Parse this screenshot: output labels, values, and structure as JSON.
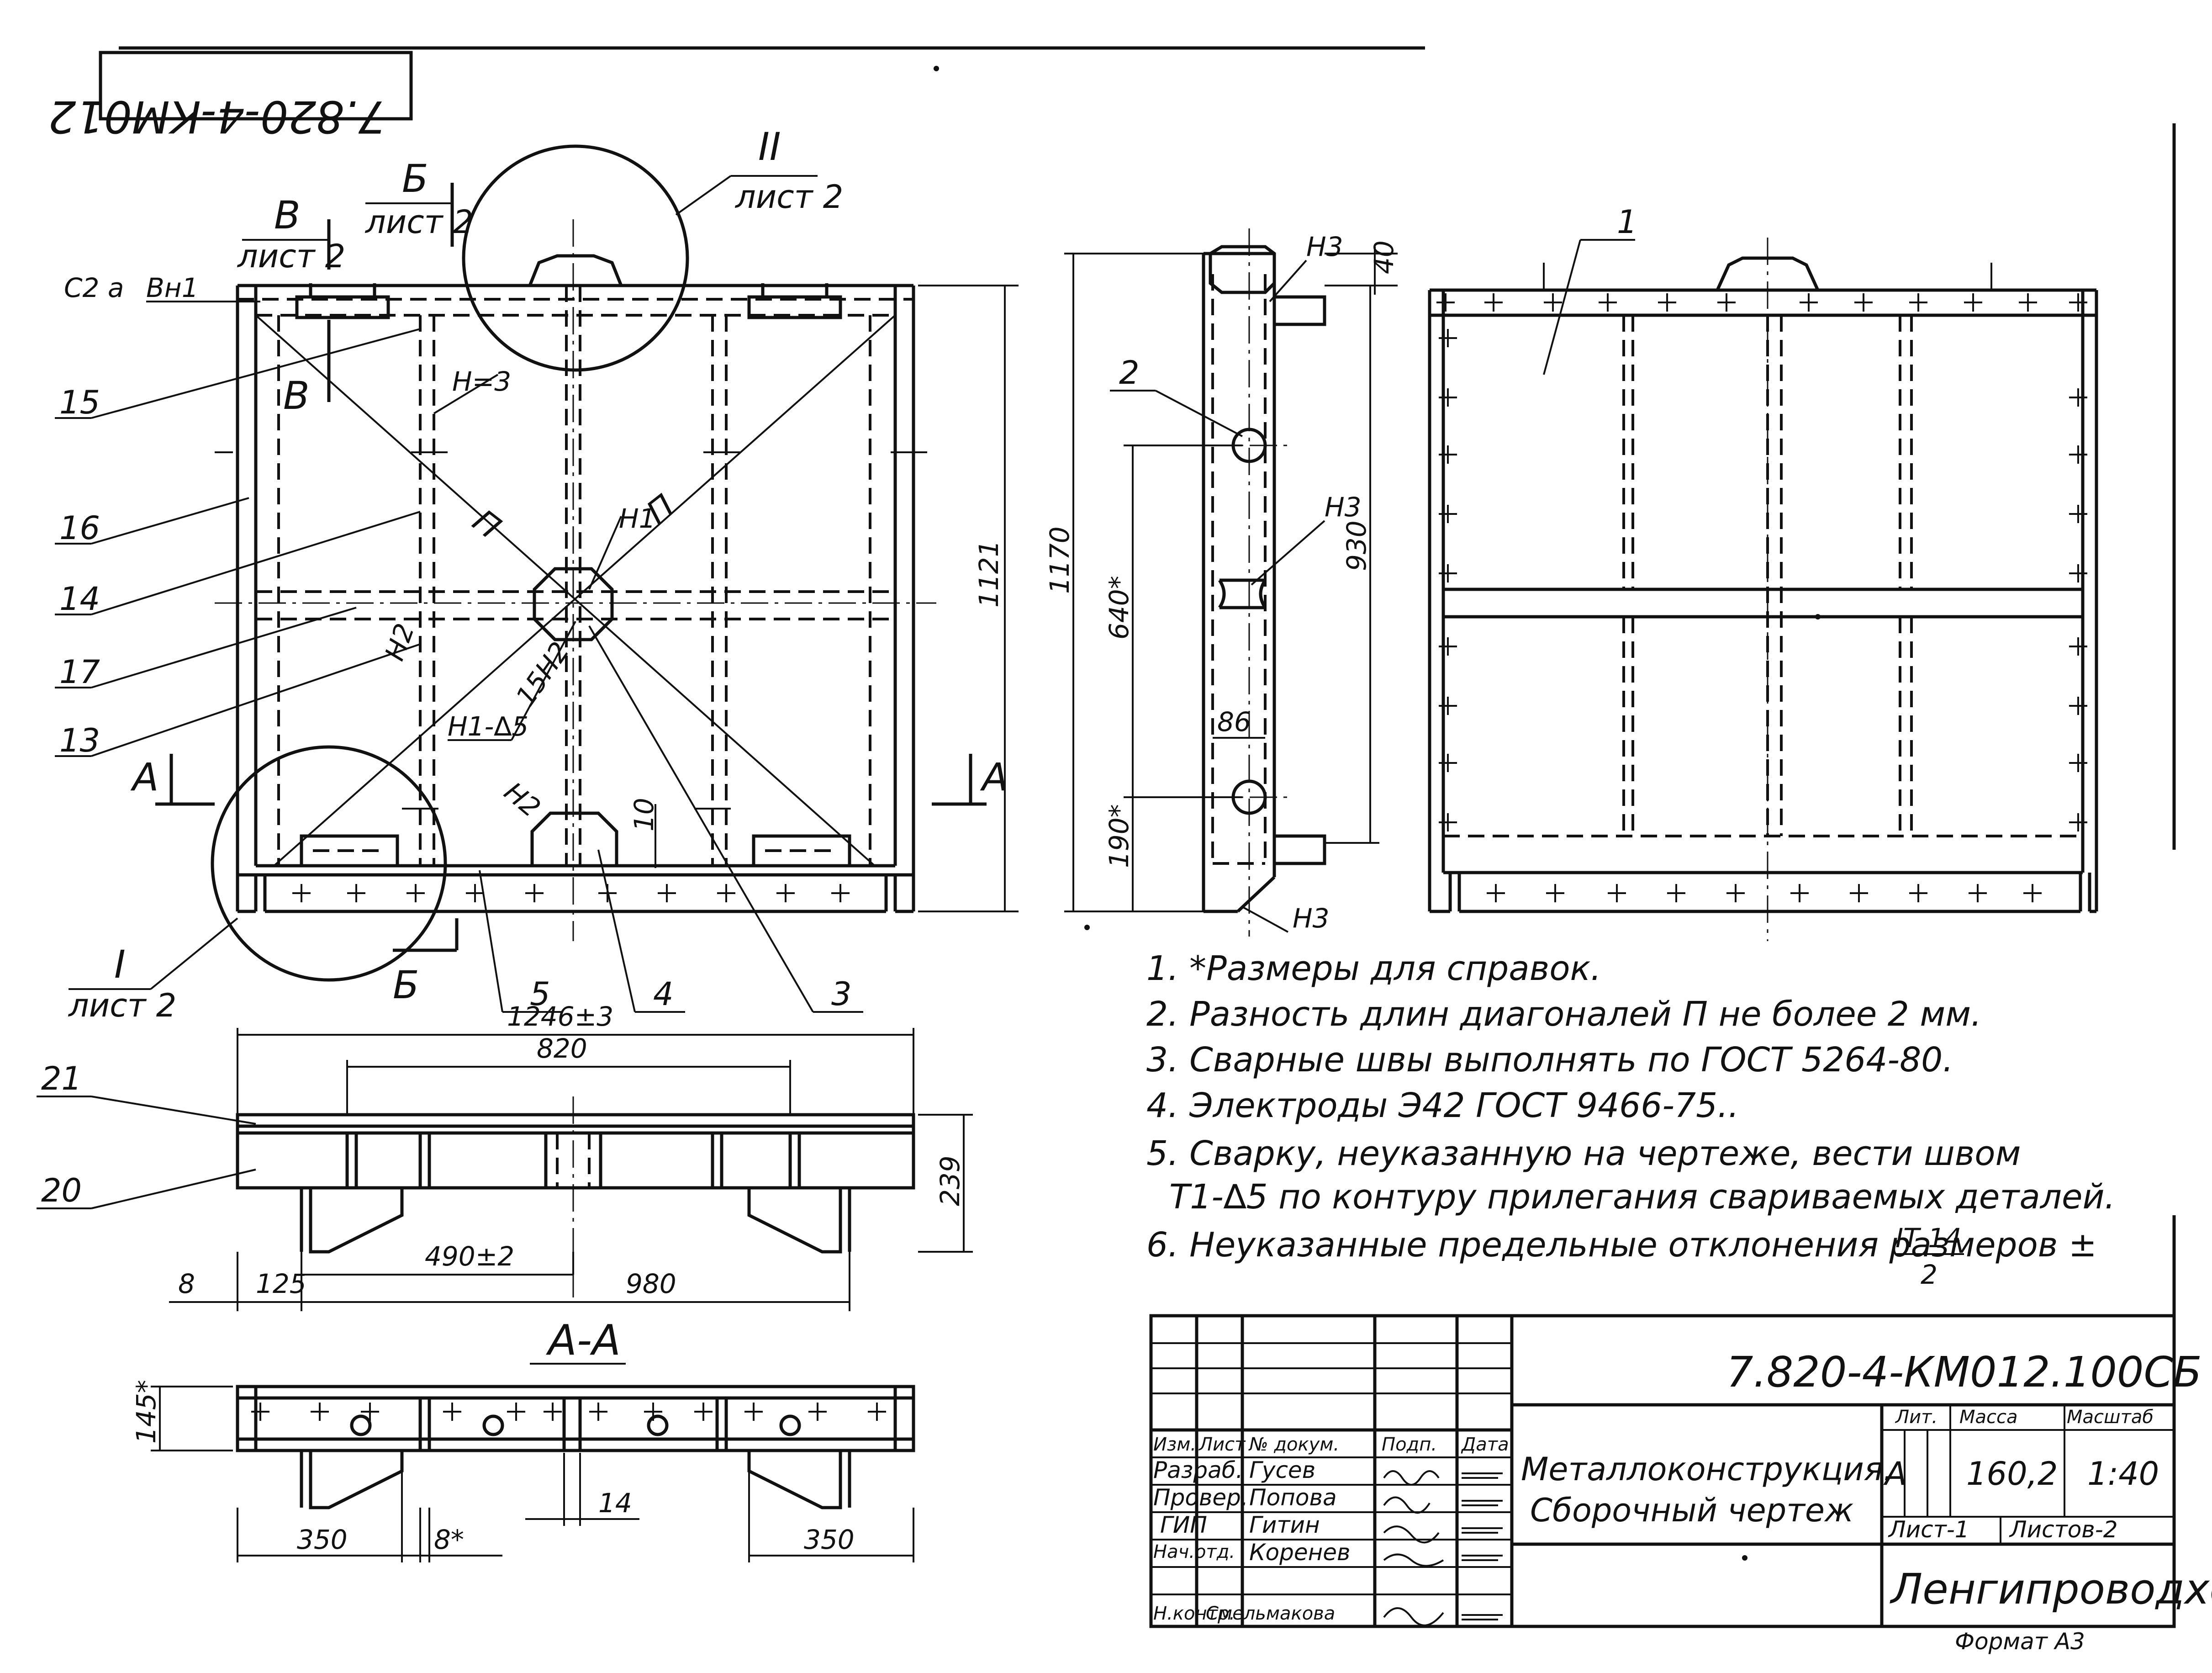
{
  "stamp": {
    "code_rotated": "7.820-4-КМ012"
  },
  "callouts": {
    "node_I": "I",
    "node_II": "II",
    "sheet_ref": "лист 2",
    "sec_B_letter": "Б",
    "sec_V_letter": "В",
    "sec_A_letter": "А",
    "c2a": "С2 а",
    "vn1": "Вн1",
    "n1": "Н1",
    "n2": "Н2",
    "n3": "Н3",
    "n3_alt": "Н=3",
    "n2_alt": "Н2",
    "n15": "15Н2",
    "h1_weld": "Н1-∆5",
    "diag_P": "П"
  },
  "positions": {
    "left": [
      "15",
      "16",
      "14",
      "17",
      "13",
      "21",
      "20"
    ],
    "bottom": [
      "5",
      "4",
      "3"
    ],
    "side": "2",
    "plan": "1"
  },
  "dimensions": {
    "h_1121": "1121",
    "h_1170": "1170",
    "s_40": "40",
    "s_930": "930",
    "s_640": "640*",
    "s_190": "190*",
    "s_86": "86",
    "d_10": "10",
    "t_1246": "1246±3",
    "t_820": "820",
    "t_239": "239",
    "t_490": "490±2",
    "t_980": "980",
    "t_8": "8",
    "t_125": "125",
    "a_145": "145*",
    "a_350l": "350",
    "a_8": "8*",
    "a_14": "14",
    "a_350r": "350"
  },
  "section_title": "А-А",
  "notes": [
    "1. *Размеры для справок.",
    "2. Разность длин диагоналей П не более 2 мм.",
    "3. Сварные швы выполнять по ГОСТ 5264-80.",
    "4. Электроды Э42 ГОСТ 9466-75..",
    "5. Сварку, неуказанную на чертеже, вести швом",
    "Т1-∆5 по контуру прилегания свариваемых деталей.",
    "6. Неуказанные предельные отклонения размеров ±",
    "IT 14",
    "2"
  ],
  "title_block": {
    "doc_code": "7.820-4-КМ012.100СБ",
    "title_line1": "Металлоконструкция.",
    "title_line2": "Сборочный чертеж",
    "head_lit": "Лит.",
    "head_mass": "Масса",
    "head_scale": "Масштаб",
    "lit": "А",
    "mass": "160,2",
    "scale": "1:40",
    "sheet": "Лист-1",
    "sheets": "Листов-2",
    "org": "Ленгипроводхоз",
    "hdr_izm": "Изм.",
    "hdr_list": "Лист",
    "hdr_doc": "№ докум.",
    "hdr_sign": "Подп.",
    "hdr_date": "Дата",
    "row1_role": "Разраб.",
    "row1_name": "Гусев",
    "row2_role": "Провер.",
    "row2_name": "Попова",
    "row3_role": "ГИП",
    "row3_name": "Гитин",
    "row4_role": "Нач.отд.",
    "row4_name": "Коренев",
    "row5_role": "Н.контр.",
    "row5_name": "Смельмакова"
  },
  "format_label": "Формат А3"
}
